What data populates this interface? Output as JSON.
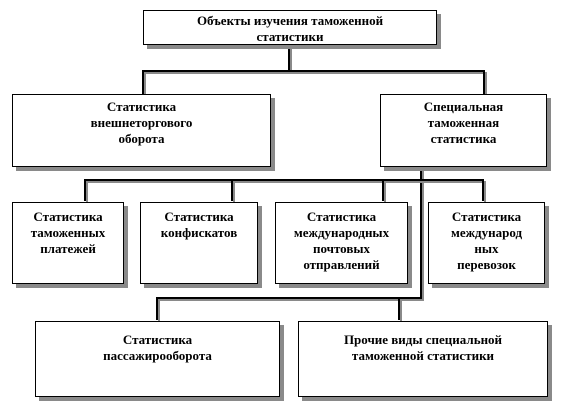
{
  "diagram": {
    "root": "Объекты изучения таможенной\nстатистики",
    "level1": {
      "left": "Статистика\nвнешнеторгового\nоборота",
      "right": "Специальная\nтаможенная\nстатистика"
    },
    "level2": [
      "Статистика\nтаможенных\nплатежей",
      "Статистика\nконфискатов",
      "Статистика\nмеждународных\nпочтовых\nотправлений",
      "Статистика\nмеждународ\nных\nперевозок"
    ],
    "level3": [
      "Статистика\nпассажирооборота",
      "Прочие виды специальной\nтаможенной статистики"
    ],
    "colors": {
      "line": "#000000",
      "shadow": "#8a8a8a",
      "box": "#ffffff"
    }
  }
}
